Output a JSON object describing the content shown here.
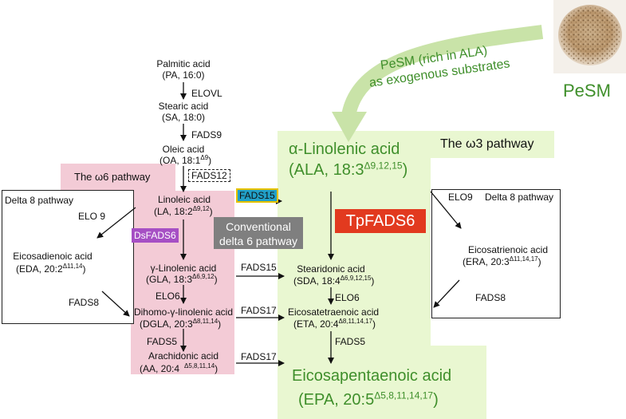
{
  "colors": {
    "w6_panel": "#f3cbd6",
    "w3_panel": "#e9f7d1",
    "ds_fads6": "#a64fc4",
    "tp_fads6": "#e23a1f",
    "conventional_box": "#7f7f7f",
    "fads15_box": "#21a0c8",
    "fads15_border": "#e6c200",
    "curved_arrow": "#c9e3a8",
    "green_text": "#3f8f2b"
  },
  "pesm": {
    "label": "PeSM",
    "image_icon": "pesm-powder-photo",
    "substrate_note_line1": "PeSM (rich in ALA)",
    "substrate_note_line2": "as exogenous substrates"
  },
  "top_chain": {
    "pa_line1": "Palmitic acid",
    "pa_line2": "(PA, 16:0)",
    "elovl": "ELOVL",
    "sa_line1": "Stearic acid",
    "sa_line2": "(SA, 18:0)",
    "fads9": "FADS9",
    "oa_line1": "Oleic acid",
    "oa_line2": "(OA, 18:1",
    "oa_sup": "Δ9",
    "fads12": "FADS12"
  },
  "w6": {
    "title": "The ω6 pathway",
    "la_line1": "Linoleic acid",
    "la_line2": "(LA, 18:2",
    "la_sup": "Δ9,12",
    "ds_fads6": "DsFADS6",
    "gla_line1": "γ-Linolenic acid",
    "gla_line2": "(GLA, 18:3",
    "gla_sup": "Δ6,9,12",
    "elo6": "ELO6",
    "dgla_line1": "Dihomo-γ-linolenic acid",
    "dgla_line2": "(DGLA, 20:3",
    "dgla_sup": "Δ8,11,14",
    "fads5": "FADS5",
    "aa_line1": "Arachidonic acid",
    "aa_line2": "(AA, 20:4",
    "aa_sup": "Δ5,8,11,14"
  },
  "conventional": {
    "line1": "Conventional",
    "line2": "delta 6 pathway"
  },
  "cross": {
    "fads15_top": "FADS15",
    "fads15_mid": "FADS15",
    "fads17_mid": "FADS17",
    "fads17_bot": "FADS17"
  },
  "w3": {
    "title": "The ω3 pathway",
    "ala_line1": "α-Linolenic acid",
    "ala_line2": "(ALA, 18:3",
    "ala_sup": "Δ9,12,15",
    "tp_fads6": "TpFADS6",
    "sda_line1": "Stearidonic acid",
    "sda_line2": "(SDA, 18:4",
    "sda_sup": "Δ6,9,12,15",
    "elo6": "ELO6",
    "eta_line1": "Eicosatetraenoic acid",
    "eta_line2": "(ETA, 20:4",
    "eta_sup": "Δ8,11,14,17",
    "fads5": "FADS5",
    "epa_line1": "Eicosapentaenoic acid",
    "epa_line2": "(EPA, 20:5",
    "epa_sup": "Δ5,8,11,14,17"
  },
  "delta8_left": {
    "title": "Delta 8 pathway",
    "elo9": "ELO 9",
    "eda_line1": "Eicosadienoic acid",
    "eda_line2": "(EDA, 20:2",
    "eda_sup": "Δ11,14",
    "fads8": "FADS8"
  },
  "delta8_right": {
    "title": "Delta 8 pathway",
    "elo9": "ELO9",
    "era_line1": "Eicosatrienoic acid",
    "era_line2": "(ERA, 20:3",
    "era_sup": "Δ11,14,17",
    "fads8": "FADS8"
  }
}
